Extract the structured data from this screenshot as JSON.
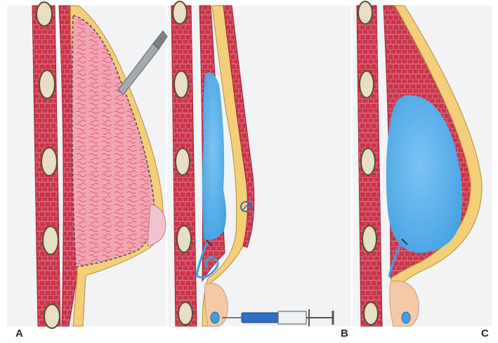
{
  "panels": [
    {
      "id": "A",
      "label": "A"
    },
    {
      "id": "B",
      "label": "B"
    },
    {
      "id": "C",
      "label": "C"
    }
  ],
  "colors": {
    "background": "#f2f3f5",
    "muscle": "#c8344a",
    "muscle_fiber": "#e8808f",
    "rib_fill": "#e7dfc4",
    "rib_outline": "#5b4a2e",
    "fascia": "#f4cf7a",
    "skin": "#f3c9a8",
    "gland": "#f2a6b4",
    "gland_ducts": "#e0566f",
    "expander": "#4aa8e6",
    "scalpel": "#9a9fa6",
    "syringe": "#2f6fc7"
  },
  "icons": [
    "scalpel-icon",
    "syringe-icon",
    "suture-icon",
    "port-icon"
  ]
}
